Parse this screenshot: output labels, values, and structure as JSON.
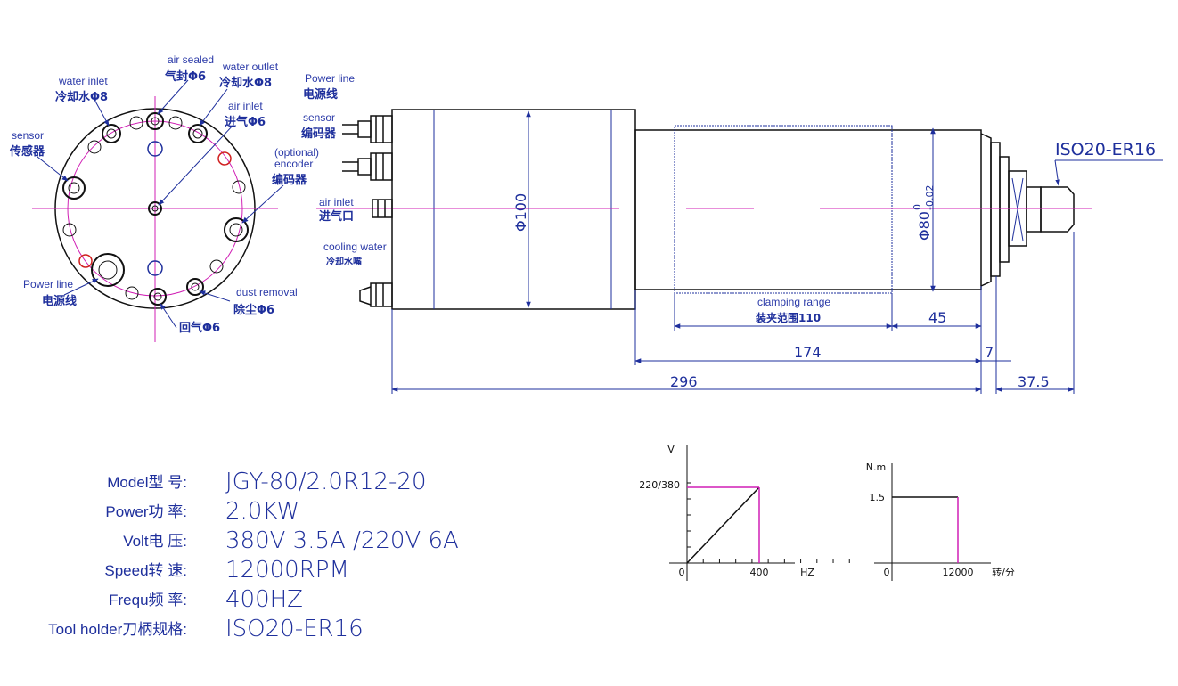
{
  "end_view": {
    "air_sealed_en": "air sealed",
    "air_sealed_cn": "气封Φ6",
    "water_outlet_en": "water outlet",
    "water_outlet_cn": "冷却水Φ8",
    "water_inlet_en": "water inlet",
    "water_inlet_cn": "冷却水Φ8",
    "air_inlet_en": "air inlet",
    "air_inlet_cn": "进气Φ6",
    "sensor_en": "sensor",
    "sensor_cn": "传感器",
    "encoder_en1": "(optional)",
    "encoder_en2": "encoder",
    "encoder_cn": "编码器",
    "power_en": "Power line",
    "power_cn": "电源线",
    "dust_en": "dust removal",
    "dust_cn": "除尘Φ6",
    "return_cn": "回气Φ6"
  },
  "side_view": {
    "power_en": "Power line",
    "power_cn": "电源线",
    "sensor_en": "sensor",
    "sensor_cn": "编码器",
    "air_en": "air inlet",
    "air_cn": "进气口",
    "cooling_en": "cooling water",
    "cooling_cn": "冷却水嘴",
    "tool_holder": "ISO20-ER16",
    "dia_body": "Φ100",
    "dia_nose": "Φ80",
    "dia_tol_upper": "0",
    "dia_tol_lower": "-0.02",
    "clamping_en": "clamping range",
    "clamping_cn": "装夹范围110",
    "dim_45": "45",
    "dim_174": "174",
    "dim_7": "7",
    "dim_296": "296",
    "dim_37_5": "37.5"
  },
  "specs": [
    {
      "key": "Model型  号:",
      "value": "JGY-80/2.0R12-20"
    },
    {
      "key": "Power功  率:",
      "value": "2.0KW"
    },
    {
      "key": "Volt电  压:",
      "value": "380V  3.5A /220V 6A"
    },
    {
      "key": "Speed转  速:",
      "value": "12000RPM"
    },
    {
      "key": "Frequ频  率:",
      "value": "400HZ"
    },
    {
      "key": "Tool holder刀柄规格:",
      "value": "ISO20-ER16"
    }
  ],
  "chart_data": [
    {
      "type": "line",
      "ylabel": "V",
      "xlabel": "HZ",
      "x": [
        0,
        400
      ],
      "y": [
        0,
        380
      ],
      "y_tick_label": "220/380",
      "x_tick_label": "400",
      "origin_label": "0"
    },
    {
      "type": "line",
      "ylabel": "N.m",
      "xlabel": "转/分",
      "x": [
        0,
        12000
      ],
      "y": [
        1.5,
        1.5
      ],
      "y_tick_label": "1.5",
      "x_tick_label": "12000",
      "origin_label": "0"
    }
  ]
}
